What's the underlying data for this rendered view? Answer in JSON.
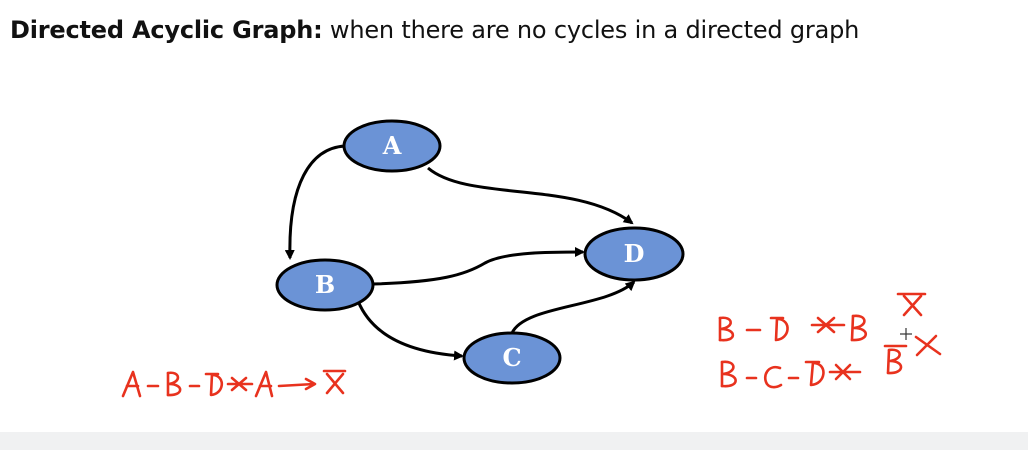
{
  "heading": {
    "term": "Directed Acyclic Graph:",
    "definition": " when there are no cycles in a directed graph"
  },
  "graph": {
    "nodes": [
      "A",
      "B",
      "C",
      "D"
    ],
    "edges": [
      {
        "from": "A",
        "to": "B"
      },
      {
        "from": "A",
        "to": "D"
      },
      {
        "from": "B",
        "to": "D"
      },
      {
        "from": "B",
        "to": "C"
      },
      {
        "from": "C",
        "to": "D"
      }
    ]
  },
  "annotations": {
    "left_handwritten": "A - B - D ✱ A — ✗",
    "right_line_1": "B - D ✱ B ✗",
    "right_line_2": "B - C - D ✱ B ✗",
    "ink_color": "#e8321e"
  },
  "colors": {
    "node_fill": "#6b93d6",
    "node_stroke": "#000000",
    "node_text": "#ffffff"
  }
}
